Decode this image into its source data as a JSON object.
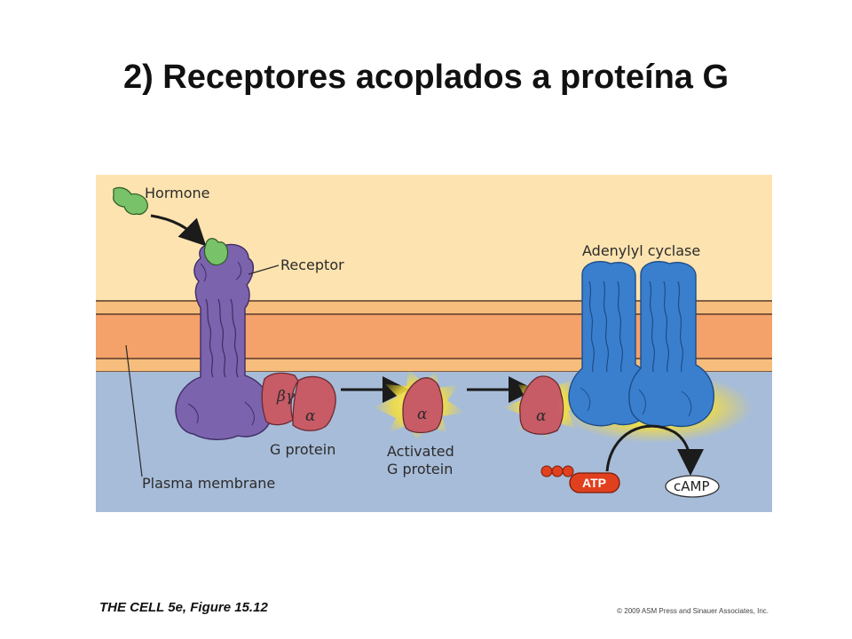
{
  "title": "2) Receptores acoplados a proteína G",
  "diagram": {
    "hormone": "Hormone",
    "receptor": "Receptor",
    "adenylyl_cyclase": "Adenylyl cyclase",
    "beta_gamma": "βγ",
    "alpha": "α",
    "g_protein": "G protein",
    "activated_g_protein_line1": "Activated",
    "activated_g_protein_line2": "G protein",
    "plasma_membrane": "Plasma membrane",
    "atp": "ATP",
    "camp": "cAMP"
  },
  "colors": {
    "extracellular": "#fde3b0",
    "membrane_outer": "#f6bd7c",
    "membrane_core": "#f4a16a",
    "cytoplasm": "#a7bcd8",
    "hormone": "#78c26a",
    "receptor": "#7b63ad",
    "g_protein": "#c75b66",
    "adenylyl_cyclase": "#3a7fce",
    "glow": "#f7e64a",
    "atp": "#e1401f"
  },
  "footer": {
    "caption": "THE CELL 5e, Figure 15.12",
    "copyright": "© 2009 ASM Press and Sinauer Associates, Inc."
  }
}
